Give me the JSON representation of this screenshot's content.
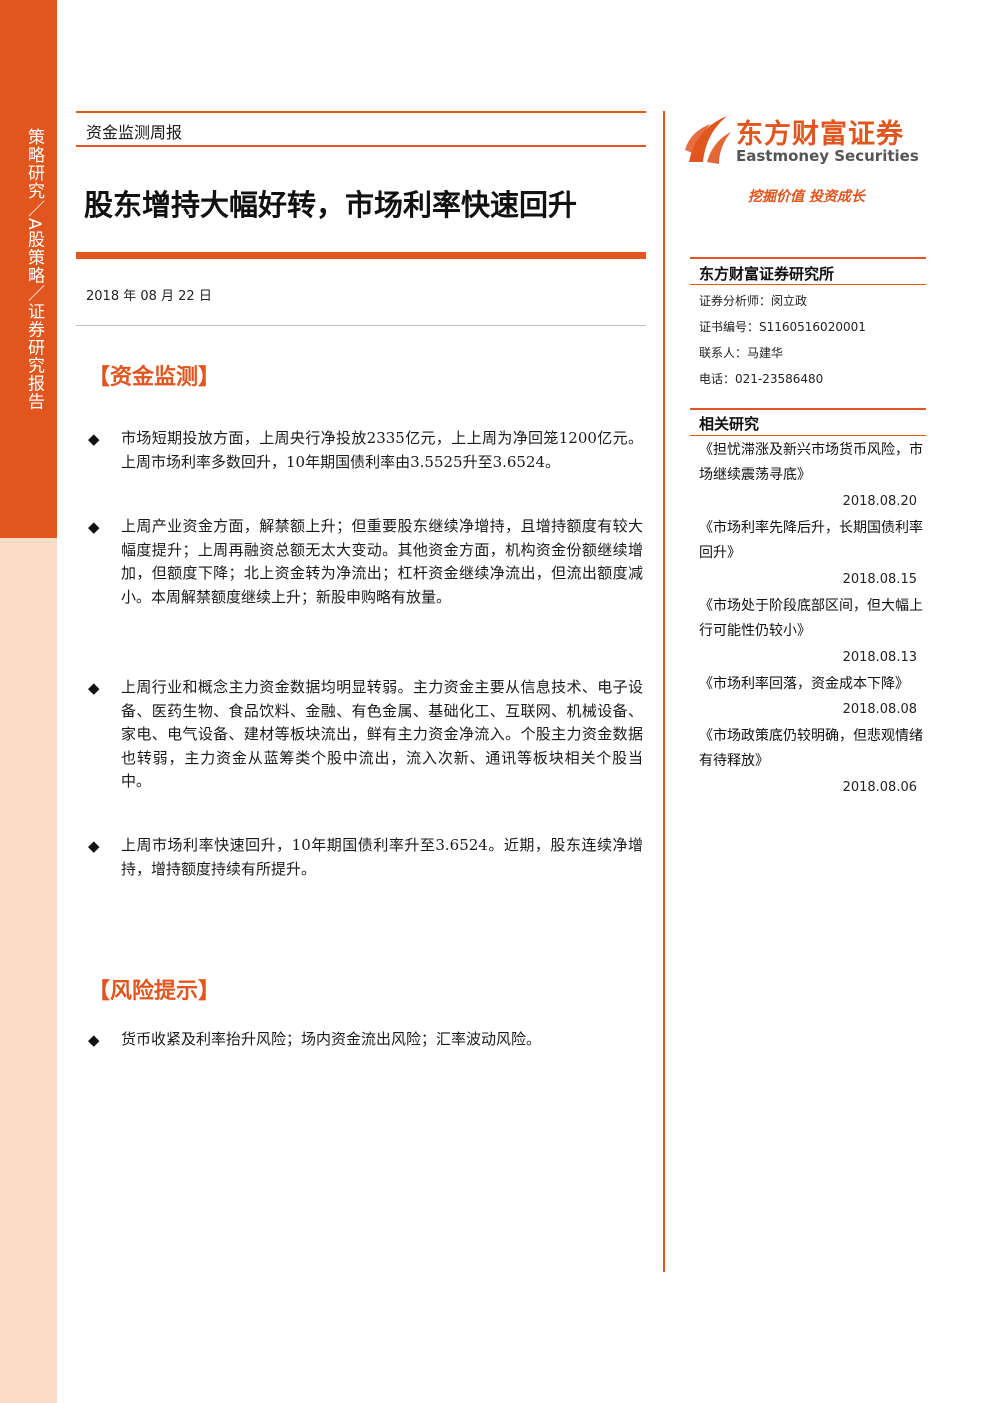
{
  "sidebar": {
    "label": "策略研究／A股策略／证券研究报告"
  },
  "report": {
    "type": "资金监测周报",
    "title": "股东增持大幅好转，市场利率快速回升",
    "date": "2018 年 08 月 22 日"
  },
  "sections": {
    "monitor_title": "【资金监测】",
    "risk_title": "【风险提示】"
  },
  "bullets": [
    "市场短期投放方面，上周央行净投放2335亿元，上上周为净回笼1200亿元。上周市场利率多数回升，10年期国债利率由3.5525升至3.6524。",
    "上周产业资金方面，解禁额上升；但重要股东继续净增持，且增持额度有较大幅度提升；上周再融资总额无太大变动。其他资金方面，机构资金份额继续增加，但额度下降；北上资金转为净流出；杠杆资金继续净流出，但流出额度减小。本周解禁额度继续上升；新股申购略有放量。",
    "上周行业和概念主力资金数据均明显转弱。主力资金主要从信息技术、电子设备、医药生物、食品饮料、金融、有色金属、基础化工、互联网、机械设备、家电、电气设备、建材等板块流出，鲜有主力资金净流入。个股主力资金数据也转弱，主力资金从蓝筹类个股中流出，流入次新、通讯等板块相关个股当中。",
    "上周市场利率快速回升，10年期国债利率升至3.6524。近期，股东连续净增持，增持额度持续有所提升。"
  ],
  "risk_bullets": [
    "货币收紧及利率抬升风险；场内资金流出风险；汇率波动风险。"
  ],
  "brand": {
    "name_cn": "东方财富证券",
    "name_en": "Eastmoney Securities",
    "slogan": "挖掘价值 投资成长",
    "accent_color": "#e0561e"
  },
  "institute": {
    "heading": "东方财富证券研究所",
    "analyst": "证券分析师：闵立政",
    "cert": "证书编号：S1160516020001",
    "contact": "联系人：马建华",
    "phone": "电话：021-23586480"
  },
  "related": {
    "heading": "相关研究",
    "items": [
      {
        "title": "《担忧滞涨及新兴市场货币风险，市场继续震荡寻底》",
        "date": "2018.08.20"
      },
      {
        "title": "《市场利率先降后升，长期国债利率回升》",
        "date": "2018.08.15"
      },
      {
        "title": "《市场处于阶段底部区间，但大幅上行可能性仍较小》",
        "date": "2018.08.13"
      },
      {
        "title": "《市场利率回落，资金成本下降》",
        "date": "2018.08.08"
      },
      {
        "title": "《市场政策底仍较明确，但悲观情绪有待释放》",
        "date": "2018.08.06"
      }
    ]
  }
}
